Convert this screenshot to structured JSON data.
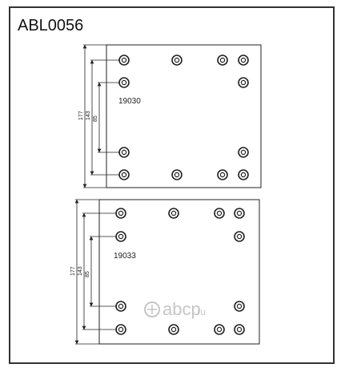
{
  "header": {
    "code": "ABL0056"
  },
  "pads": [
    {
      "part_number": "19030",
      "dimensions": [
        "177",
        "143",
        "85"
      ]
    },
    {
      "part_number": "19033",
      "dimensions": [
        "177",
        "143",
        "85"
      ]
    }
  ],
  "watermark": {
    "brand": "ABCP",
    "text": "abcp",
    "tld": ".ru",
    "color": "#bdbdbd"
  },
  "colors": {
    "line": "#222222",
    "frame": "#333333",
    "background": "#ffffff"
  }
}
